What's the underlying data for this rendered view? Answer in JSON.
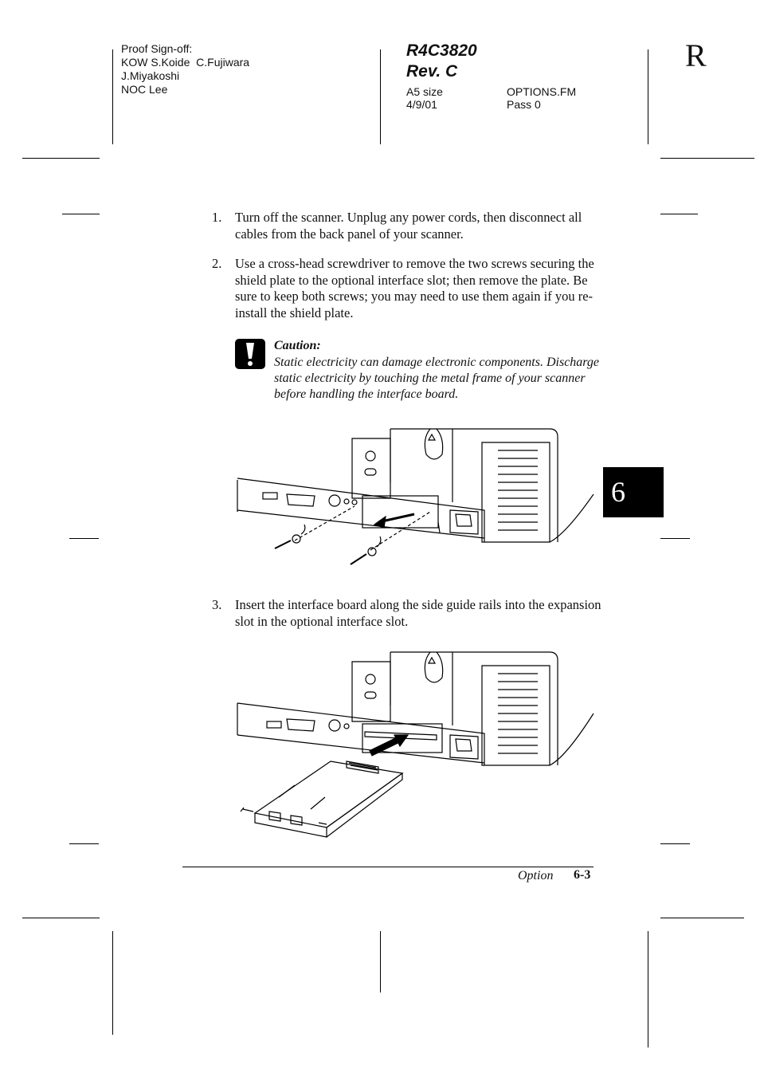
{
  "header": {
    "proof_lines": [
      "Proof Sign-off:",
      "KOW S.Koide  C.Fujiwara",
      "J.Miyakoshi",
      "NOC Lee"
    ],
    "code_line1": "R4C3820",
    "code_line2": "Rev. C",
    "size": "A5 size",
    "file": "OPTIONS.FM",
    "date": "4/9/01",
    "pass": "Pass 0",
    "letter": "R"
  },
  "steps": [
    {
      "num": "1.",
      "text": "Turn off the scanner. Unplug any power cords, then disconnect all cables from the back panel of your scanner."
    },
    {
      "num": "2.",
      "text": "Use a cross-head screwdriver to remove the two screws securing the shield plate to the optional interface slot; then remove the plate. Be sure to keep both screws; you may need to use them again if you re-install the shield plate."
    },
    {
      "num": "3.",
      "text": "Insert the interface board along the side guide rails into the expansion slot in the optional interface slot."
    }
  ],
  "caution": {
    "icon": "exclamation-icon",
    "title": "Caution:",
    "body": "Static electricity can damage electronic components. Discharge static electricity by touching the metal frame of your scanner before handling the interface board."
  },
  "chapter_tab": "6",
  "footer": {
    "label": "Option",
    "page": "6-3"
  }
}
